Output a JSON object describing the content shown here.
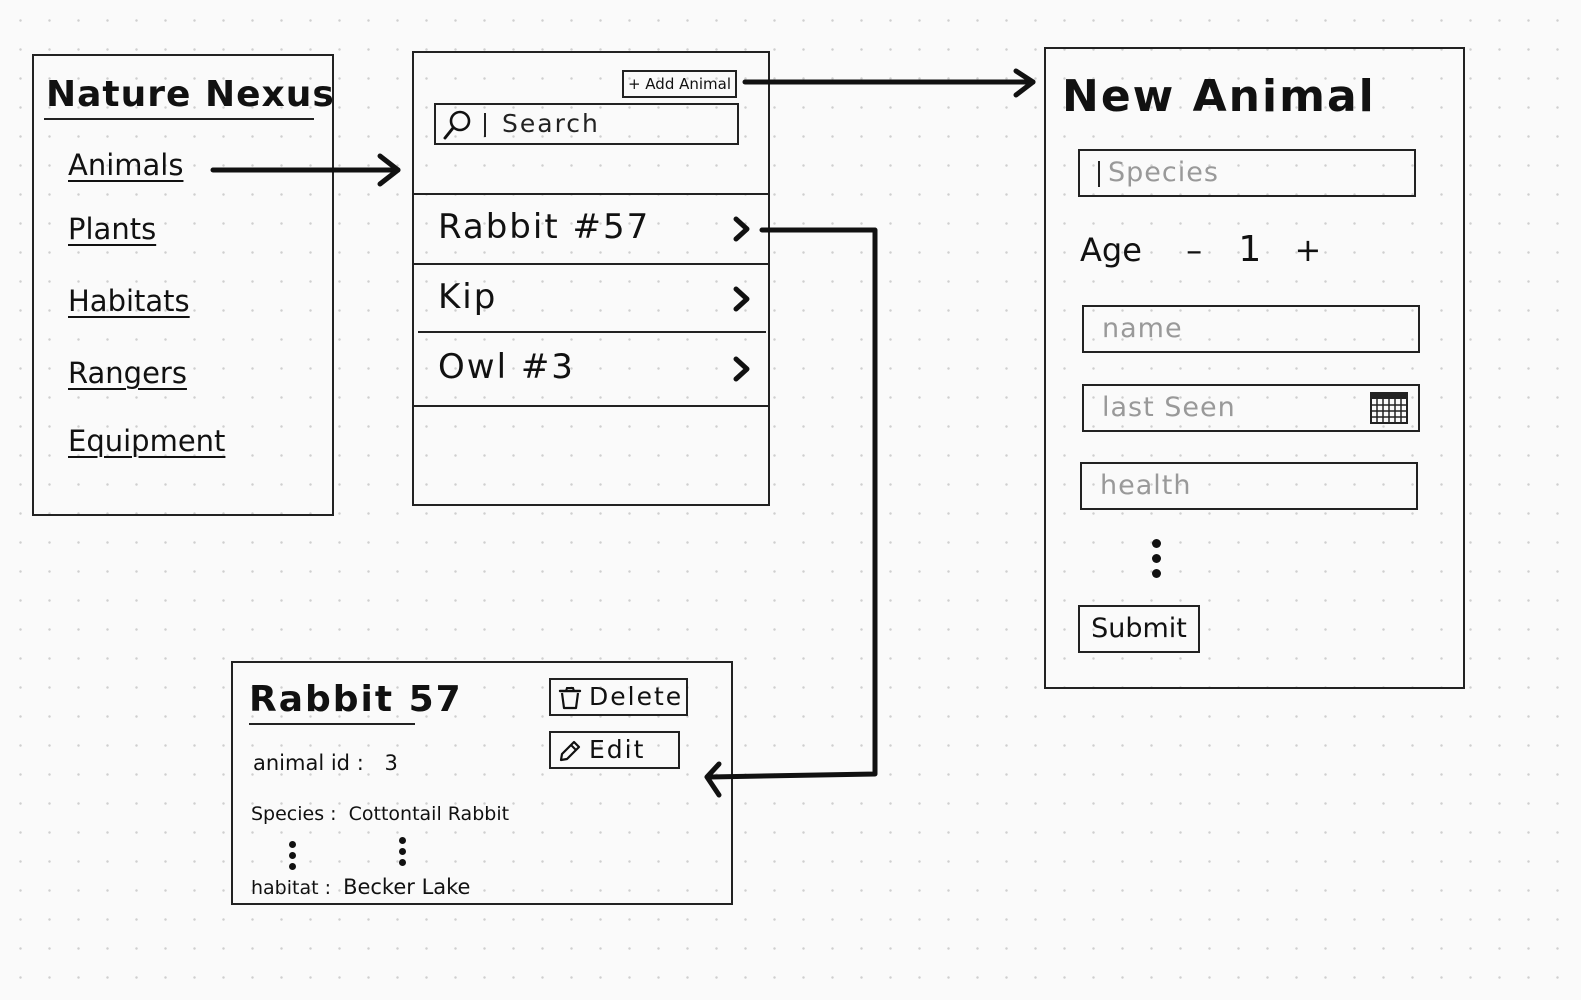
{
  "nav": {
    "title": "Nature Nexus",
    "items": [
      {
        "label": "Animals"
      },
      {
        "label": "Plants"
      },
      {
        "label": "Habitats"
      },
      {
        "label": "Rangers"
      },
      {
        "label": "Equipment"
      }
    ]
  },
  "list": {
    "add_button": "+ Add Animal",
    "search_placeholder": "Search",
    "rows": [
      {
        "label": "Rabbit #57"
      },
      {
        "label": "Kip"
      },
      {
        "label": "Owl #3"
      }
    ]
  },
  "new_animal": {
    "title": "New Animal",
    "species_placeholder": "Species",
    "age_label": "Age",
    "age_minus": "–",
    "age_value": "1",
    "age_plus": "+",
    "name_placeholder": "name",
    "last_seen_placeholder": "last Seen",
    "health_placeholder": "health",
    "submit": "Submit"
  },
  "detail": {
    "title": "Rabbit 57",
    "delete_label": "Delete",
    "edit_label": "Edit",
    "animal_id_label": "animal id :",
    "animal_id_value": "3",
    "species_label": "Species :",
    "species_value": "Cottontail Rabbit",
    "habitat_label": "habitat :",
    "habitat_value": "Becker Lake"
  }
}
